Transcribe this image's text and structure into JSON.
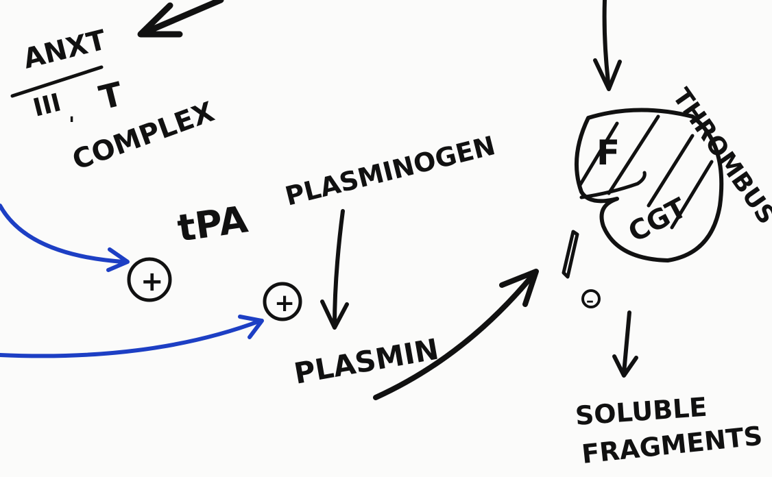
{
  "labels": {
    "antithrombin_top": "ANXT",
    "antithrombin_sub": "III",
    "complex_t": "T",
    "complex_comma": "'",
    "complex_word": "COMPLEX",
    "tpa": "tPA",
    "plasminogen": "PLASMINOGEN",
    "plasmin": "PLASMIN",
    "thrombus": "THROMBUS",
    "fibrin_letter": "F",
    "clot_letters": "CGT",
    "plus_1": "+",
    "plus_2": "+",
    "minus_symbol": "–",
    "soluble": "SOLUBLE",
    "fragments": "FRAGMENTS"
  },
  "colors": {
    "ink": "#111111",
    "blue": "#1d3fc4",
    "paper": "#fbfbfa"
  }
}
